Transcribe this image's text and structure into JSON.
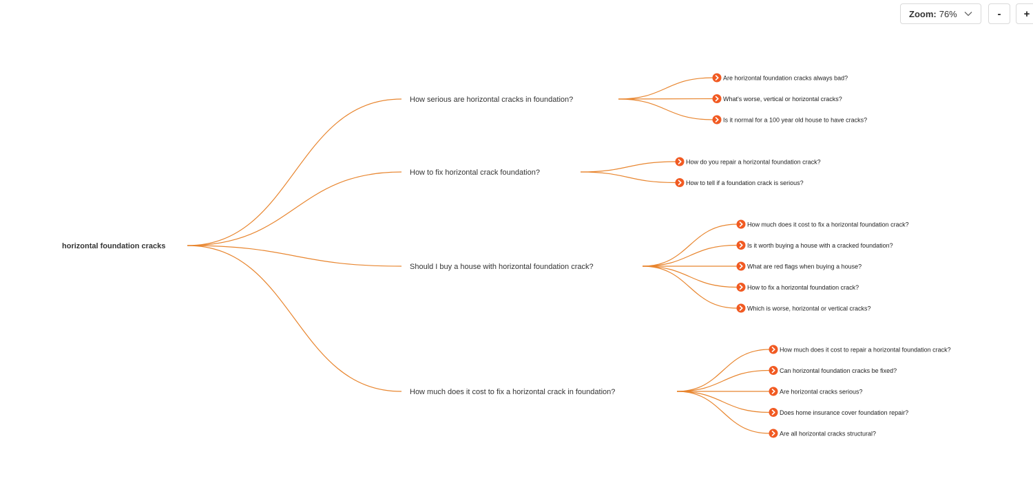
{
  "zoom": {
    "label": "Zoom:",
    "value": "76%"
  },
  "controls": {
    "minus_label": "-",
    "plus_label": "+"
  },
  "colors": {
    "line": "#e8852e",
    "node_icon": "#f15a22"
  },
  "mindmap": {
    "root": "horizontal foundation cracks",
    "branches": [
      {
        "label": "How serious are horizontal cracks in foundation?",
        "children": [
          "Are horizontal foundation cracks always bad?",
          "What's worse, vertical or horizontal cracks?",
          "Is it normal for a 100 year old house to have cracks?"
        ]
      },
      {
        "label": "How to fix horizontal crack foundation?",
        "children": [
          "How do you repair a horizontal foundation crack?",
          "How to tell if a foundation crack is serious?"
        ]
      },
      {
        "label": "Should I buy a house with horizontal foundation crack?",
        "children": [
          "How much does it cost to fix a horizontal foundation crack?",
          "Is it worth buying a house with a cracked foundation?",
          "What are red flags when buying a house?",
          "How to fix a horizontal foundation crack?",
          "Which is worse, horizontal or vertical cracks?"
        ]
      },
      {
        "label": "How much does it cost to fix a horizontal crack in foundation?",
        "children": [
          "How much does it cost to repair a horizontal foundation crack?",
          "Can horizontal foundation cracks be fixed?",
          "Are horizontal cracks serious?",
          "Does home insurance cover foundation repair?",
          "Are all horizontal cracks structural?"
        ]
      }
    ]
  }
}
